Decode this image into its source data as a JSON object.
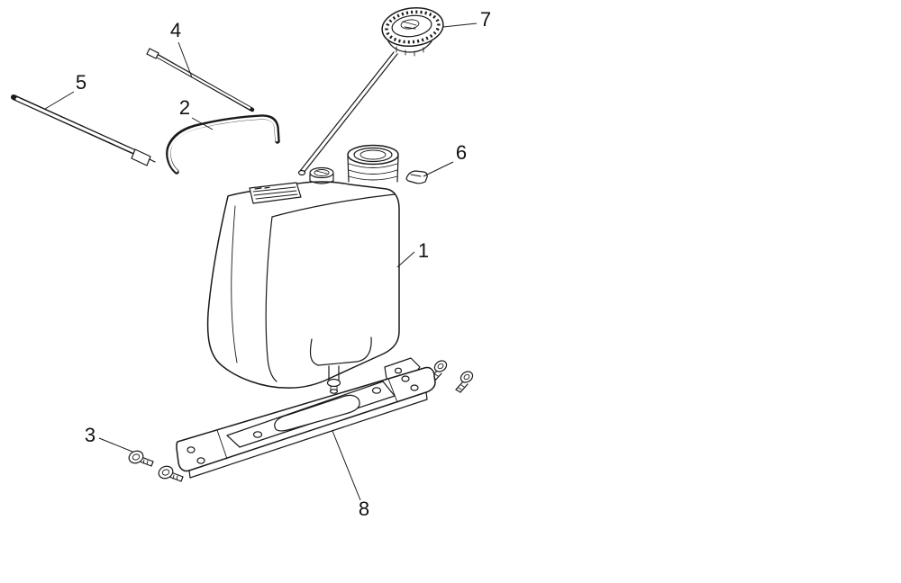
{
  "diagram": {
    "background_color": "#ffffff",
    "line_color": "#1a1a1a",
    "label_color": "#111111",
    "callouts": {
      "c1": {
        "label": "1"
      },
      "c2": {
        "label": "2"
      },
      "c3": {
        "label": "3"
      },
      "c4": {
        "label": "4"
      },
      "c5": {
        "label": "5"
      },
      "c6": {
        "label": "6"
      },
      "c7": {
        "label": "7"
      },
      "c8": {
        "label": "8"
      }
    }
  }
}
